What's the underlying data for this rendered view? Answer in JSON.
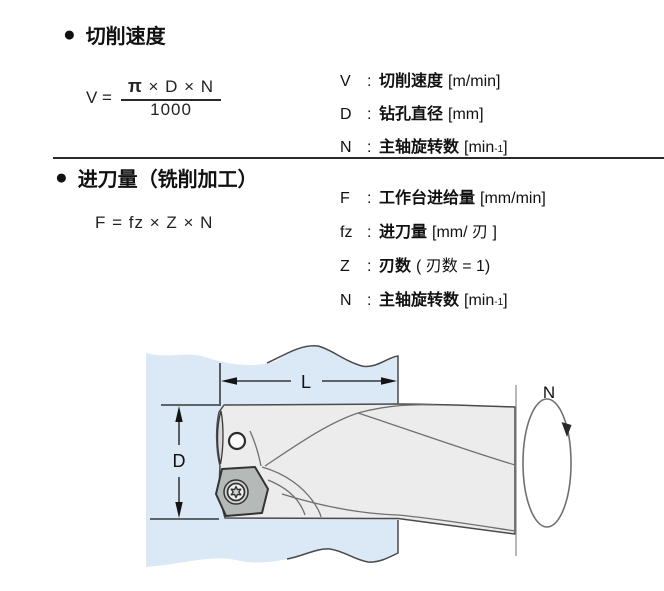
{
  "sections": [
    {
      "bullet": "●",
      "title": "切削速度",
      "formula": {
        "lhs": "V =",
        "numerator_pi": "π",
        "numerator_rest": " × D × N",
        "denominator": "1000"
      },
      "legend": [
        {
          "symbol": "V",
          "colon": ":",
          "text": "切削速度",
          "unit": "[m/min]"
        },
        {
          "symbol": "D",
          "colon": ":",
          "text": "钻孔直径",
          "unit": "[mm]"
        },
        {
          "symbol": "N",
          "colon": ":",
          "text": "主轴旋转数",
          "unit": "[min",
          "sup": "-1",
          "tail": "]"
        }
      ]
    },
    {
      "bullet": "●",
      "title": "进刀量（铣削加工）",
      "formula": {
        "text": "F = fz × Z × N"
      },
      "legend": [
        {
          "symbol": "F",
          "colon": ":",
          "text": "工作台进给量",
          "unit": "[mm/min]"
        },
        {
          "symbol": "fz",
          "colon": ":",
          "text": "进刀量",
          "unit": "[mm/ 刃 ]"
        },
        {
          "symbol": "Z",
          "colon": ":",
          "text": "刃数",
          "unit": "( 刃数 = 1)"
        },
        {
          "symbol": "N",
          "colon": ":",
          "text": "主轴旋转数",
          "unit": "[min",
          "sup": "-1",
          "tail": "]"
        }
      ]
    }
  ],
  "diagram": {
    "labels": {
      "length": "L",
      "diameter": "D",
      "rotation": "N"
    }
  },
  "colors": {
    "workpiece": "#dbe8f5",
    "tool": "#ececec",
    "tip": "#d8d8d8",
    "insert": "#b5b9b8",
    "screw_outer": "#d3d6d5",
    "screw_inner": "#eef0ef",
    "outline": "#4a4a4a",
    "flute": "#707070",
    "dimension": "#141414",
    "rotation_arrow": "#6f6f6f"
  }
}
